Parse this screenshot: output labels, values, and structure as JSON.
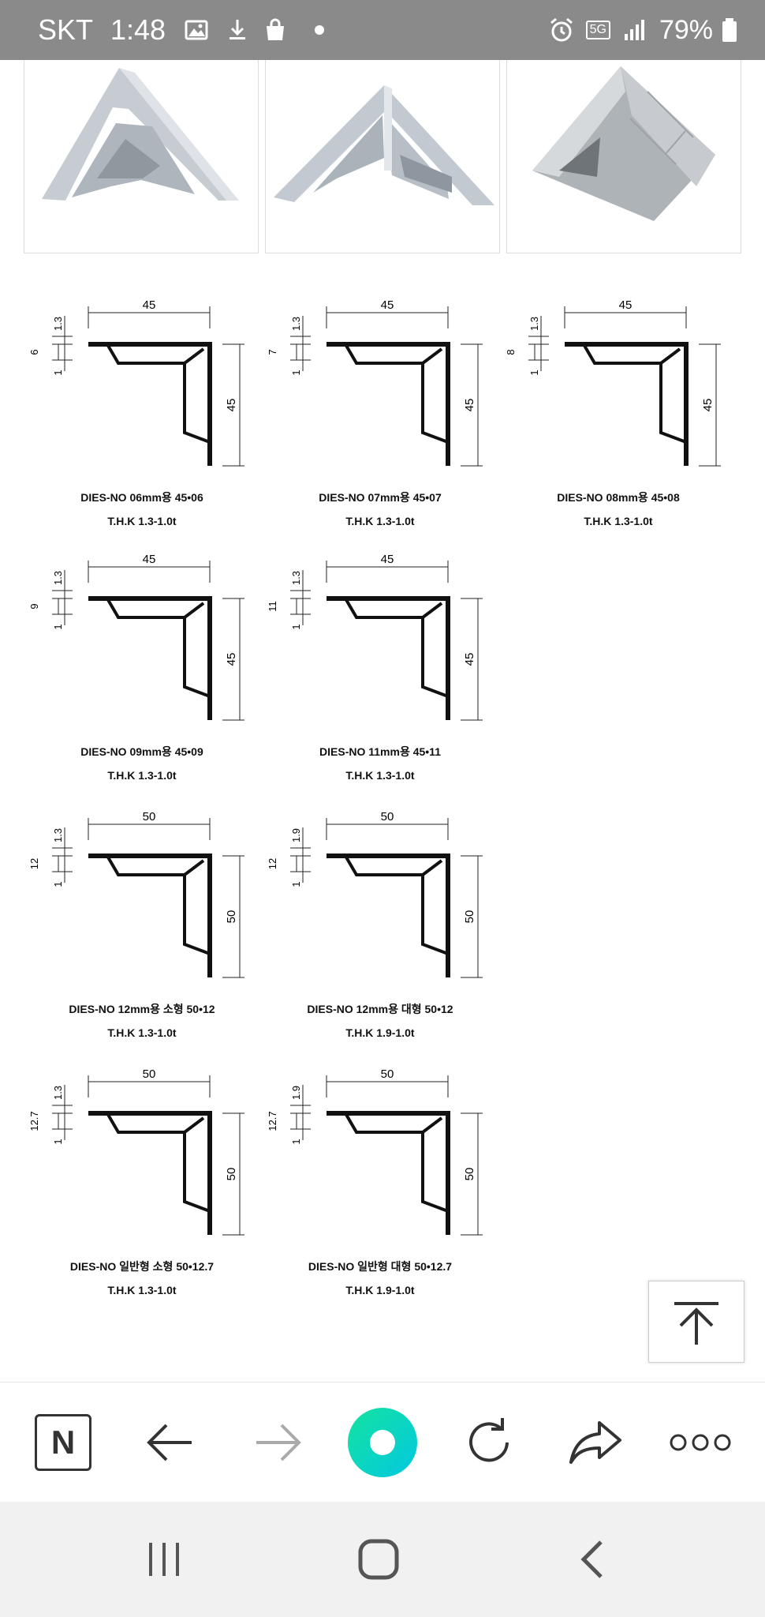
{
  "status_bar": {
    "carrier": "SKT",
    "time": "1:48",
    "network": "5G",
    "battery": "79%"
  },
  "products": [
    {
      "dies": "DIES-NO 06mm용 45•06",
      "thk": "T.H.K 1.3-1.0t",
      "width": "45",
      "height": "45",
      "top": "1.3",
      "mid": "6",
      "bot": "1"
    },
    {
      "dies": "DIES-NO 07mm용 45•07",
      "thk": "T.H.K 1.3-1.0t",
      "width": "45",
      "height": "45",
      "top": "1.3",
      "mid": "7",
      "bot": "1"
    },
    {
      "dies": "DIES-NO 08mm용 45•08",
      "thk": "T.H.K 1.3-1.0t",
      "width": "45",
      "height": "45",
      "top": "1.3",
      "mid": "8",
      "bot": "1"
    },
    {
      "dies": "DIES-NO 09mm용 45•09",
      "thk": "T.H.K 1.3-1.0t",
      "width": "45",
      "height": "45",
      "top": "1.3",
      "mid": "9",
      "bot": "1"
    },
    {
      "dies": "DIES-NO 11mm용 45•11",
      "thk": "T.H.K 1.3-1.0t",
      "width": "45",
      "height": "45",
      "top": "1.3",
      "mid": "11",
      "bot": "1"
    },
    {
      "dies": "DIES-NO 12mm용 소형 50•12",
      "thk": "T.H.K 1.3-1.0t",
      "width": "50",
      "height": "50",
      "top": "1.3",
      "mid": "12",
      "bot": "1"
    },
    {
      "dies": "DIES-NO 12mm용 대형 50•12",
      "thk": "T.H.K 1.9-1.0t",
      "width": "50",
      "height": "50",
      "top": "1.9",
      "mid": "12",
      "bot": "1"
    },
    {
      "dies": "DIES-NO 일반형 소형 50•12.7",
      "thk": "T.H.K 1.3-1.0t",
      "width": "50",
      "height": "50",
      "top": "1.3",
      "mid": "12.7",
      "bot": "1"
    },
    {
      "dies": "DIES-NO 일반형 대형 50•12.7",
      "thk": "T.H.K 1.9-1.0t",
      "width": "50",
      "height": "50",
      "top": "1.9",
      "mid": "12.7",
      "bot": "1"
    }
  ],
  "browser_nav": {
    "home_letter": "N"
  },
  "icons": {
    "alarm": "alarm-icon",
    "signal": "signal-icon",
    "battery": "battery-icon",
    "back": "back-arrow-icon",
    "forward": "forward-arrow-icon",
    "reload": "reload-icon",
    "share": "share-icon",
    "more": "more-icon",
    "top": "scroll-top-icon"
  }
}
